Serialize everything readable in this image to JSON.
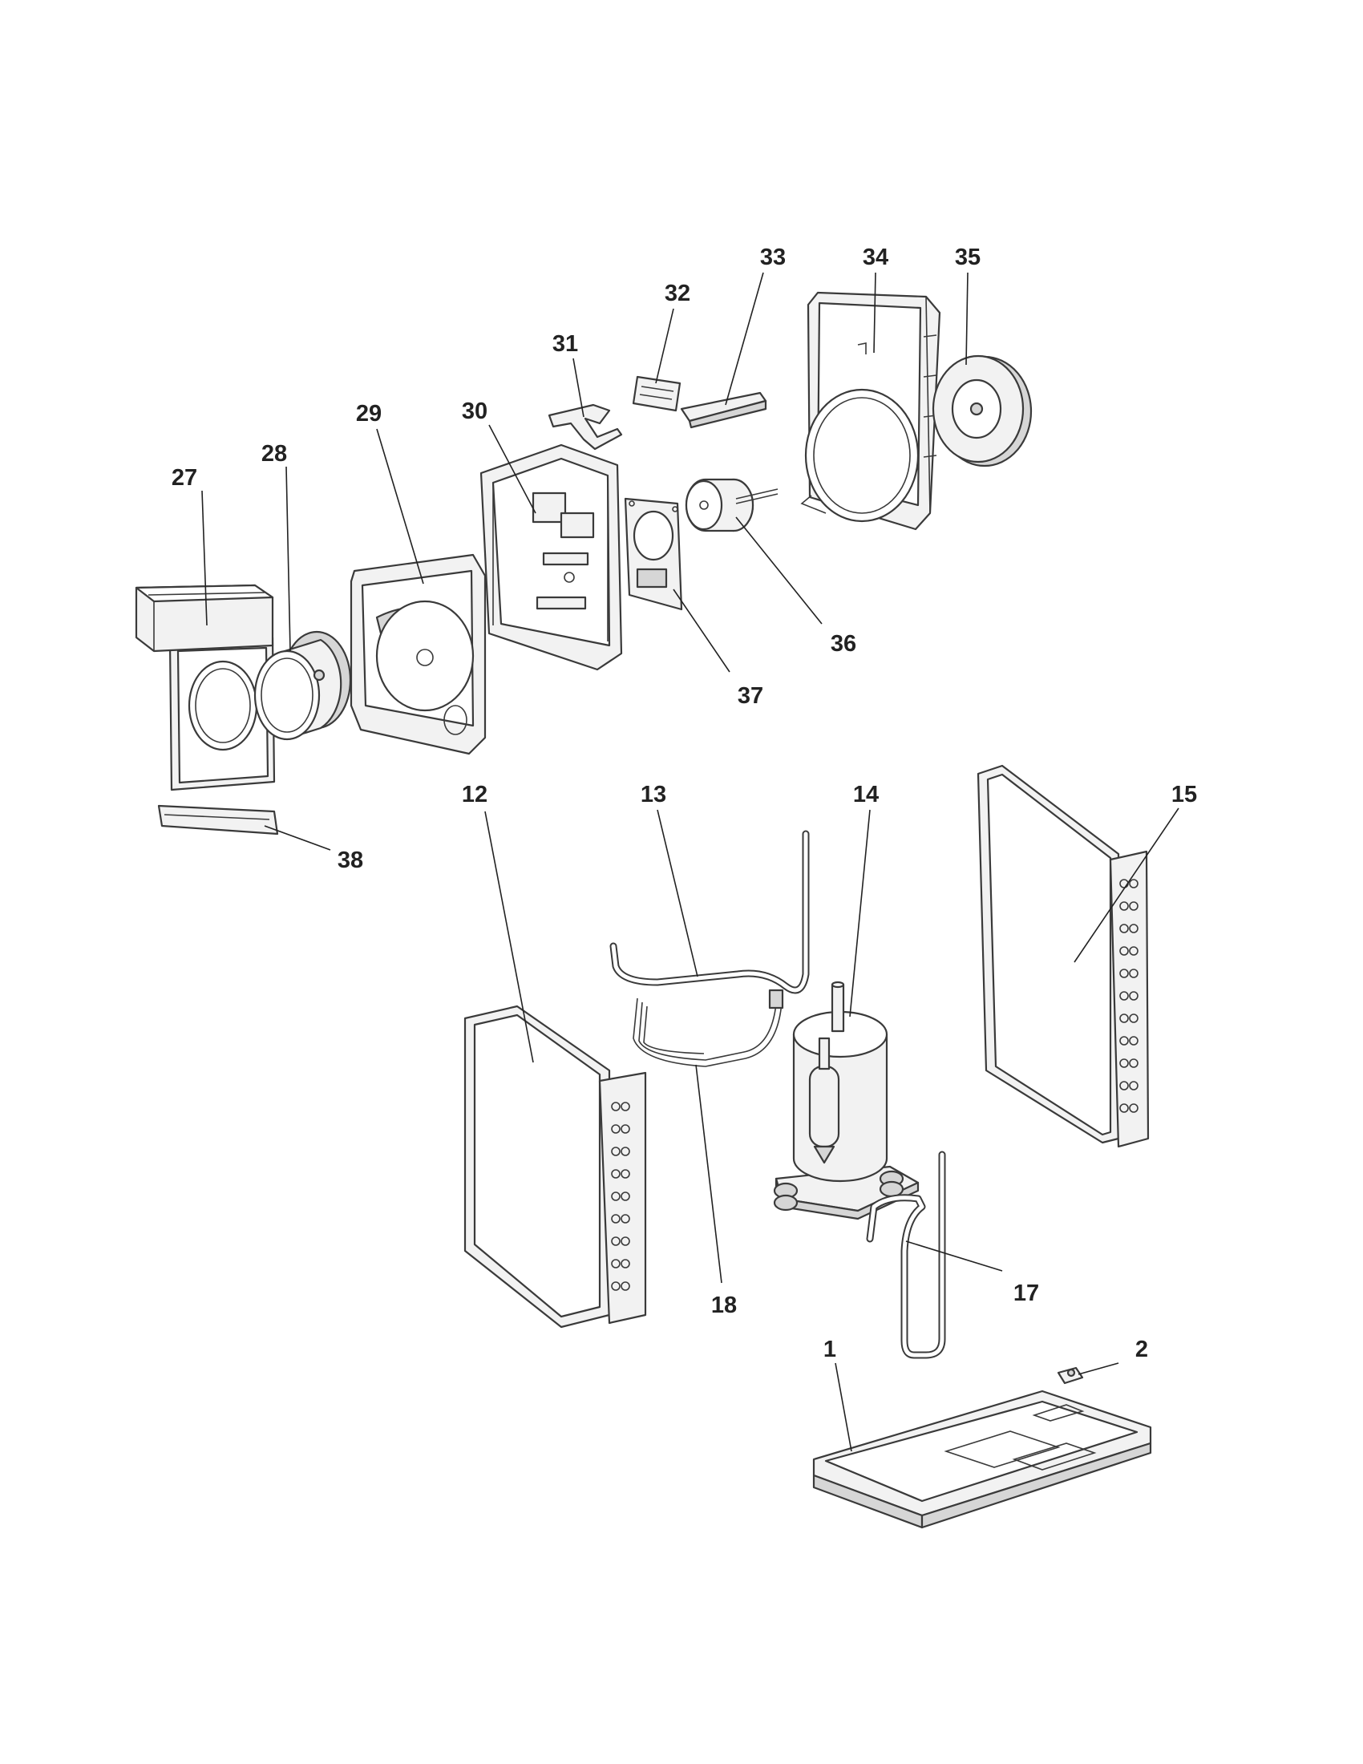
{
  "callouts": [
    {
      "id": "p27",
      "label": "27"
    },
    {
      "id": "p28",
      "label": "28"
    },
    {
      "id": "p29",
      "label": "29"
    },
    {
      "id": "p30",
      "label": "30"
    },
    {
      "id": "p31",
      "label": "31"
    },
    {
      "id": "p32",
      "label": "32"
    },
    {
      "id": "p33",
      "label": "33"
    },
    {
      "id": "p34",
      "label": "34"
    },
    {
      "id": "p35",
      "label": "35"
    },
    {
      "id": "p36",
      "label": "36"
    },
    {
      "id": "p37",
      "label": "37"
    },
    {
      "id": "p38",
      "label": "38"
    },
    {
      "id": "p12",
      "label": "12"
    },
    {
      "id": "p13",
      "label": "13"
    },
    {
      "id": "p14",
      "label": "14"
    },
    {
      "id": "p15",
      "label": "15"
    },
    {
      "id": "p17",
      "label": "17"
    },
    {
      "id": "p18",
      "label": "18"
    },
    {
      "id": "p1",
      "label": "1"
    },
    {
      "id": "p2",
      "label": "2"
    }
  ]
}
